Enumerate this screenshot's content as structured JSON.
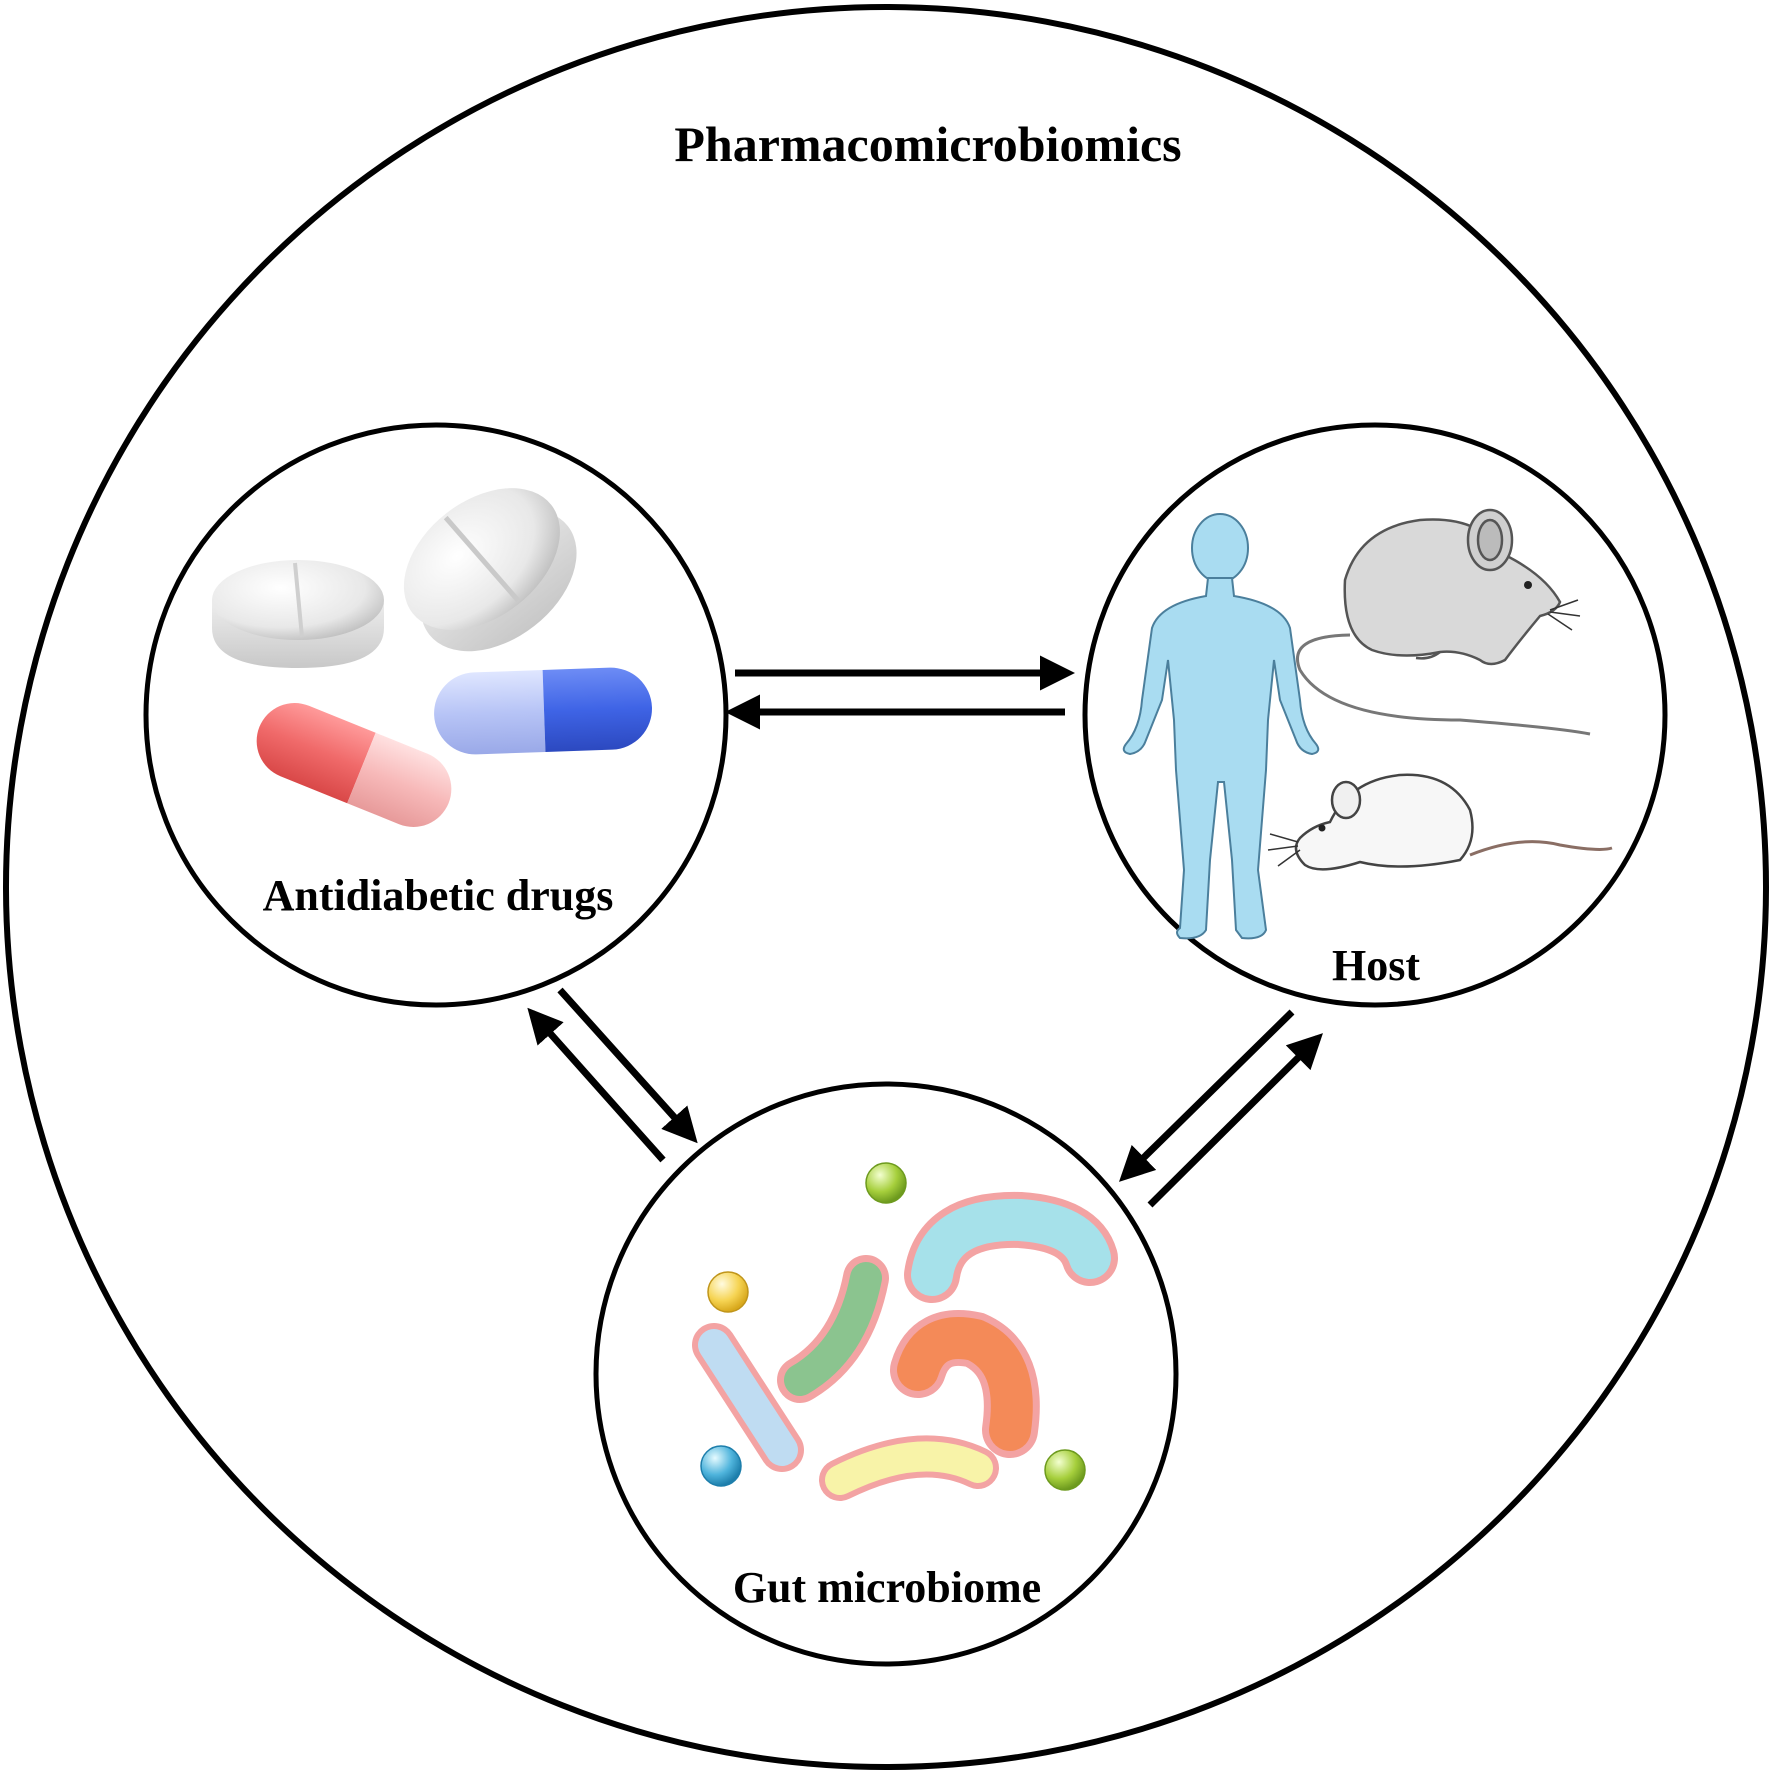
{
  "title": "Pharmacomicrobiomics",
  "nodes": {
    "drugs": {
      "label": "Antidiabetic drugs"
    },
    "host": {
      "label": "Host"
    },
    "microbiome": {
      "label": "Gut microbiome"
    }
  },
  "edges": [
    {
      "from": "drugs",
      "to": "host",
      "direction": "bidirectional"
    },
    {
      "from": "drugs",
      "to": "microbiome",
      "direction": "bidirectional"
    },
    {
      "from": "host",
      "to": "microbiome",
      "direction": "bidirectional"
    }
  ],
  "colors": {
    "outline": "#000000",
    "human": "#a9dcf1",
    "capsule_red": "#f06a6a",
    "capsule_blue": "#3f64e6",
    "bacteria_teal": "#a6e1ea",
    "bacteria_green": "#8bc48f",
    "bacteria_orange": "#f48a58",
    "bacteria_blue": "#bfdcf2",
    "bacteria_yellow": "#f8f3a8",
    "bacteria_border": "#f3a3a3"
  }
}
